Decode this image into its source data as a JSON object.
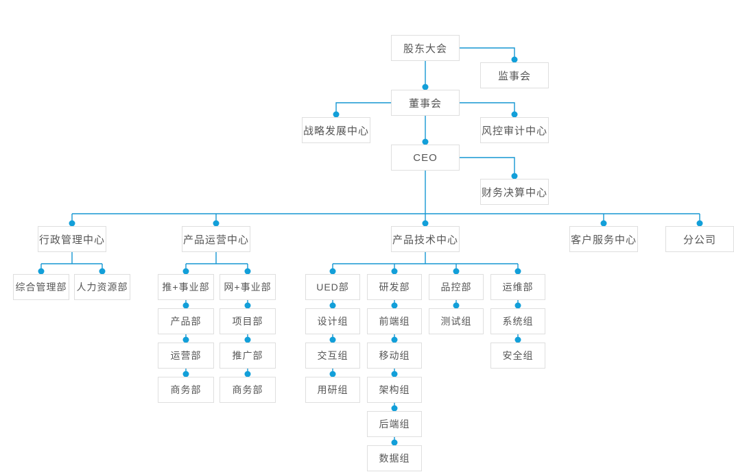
{
  "diagram": {
    "type": "org-chart",
    "colors": {
      "line": "#1496d2",
      "dot": "#129fd9",
      "box_border": "#dedede",
      "box_background": "#ffffff",
      "text": "#555555",
      "page_background": "#ffffff"
    },
    "nodes": {
      "shareholders": {
        "label": "股东大会"
      },
      "supervisory_board": {
        "label": "监事会"
      },
      "board_of_directors": {
        "label": "董事会"
      },
      "strategy_dev_center": {
        "label": "战略发展中心"
      },
      "risk_audit_center": {
        "label": "风控审计中心"
      },
      "ceo": {
        "label": "CEO"
      },
      "finance_settlement_center": {
        "label": "财务决算中心"
      },
      "admin_mgmt_center": {
        "label": "行政管理中心"
      },
      "general_mgmt_dept": {
        "label": "综合管理部"
      },
      "hr_dept": {
        "label": "人力资源部"
      },
      "product_ops_center": {
        "label": "产品运营中心"
      },
      "tui_plus_division": {
        "label": "推+事业部"
      },
      "product_dept": {
        "label": "产品部"
      },
      "operations_dept": {
        "label": "运营部"
      },
      "business_dept_left": {
        "label": "商务部"
      },
      "wang_plus_division": {
        "label": "网+事业部"
      },
      "project_dept": {
        "label": "项目部"
      },
      "promotion_dept": {
        "label": "推广部"
      },
      "business_dept_right": {
        "label": "商务部"
      },
      "product_tech_center": {
        "label": "产品技术中心"
      },
      "ued_dept": {
        "label": "UED部"
      },
      "design_group": {
        "label": "设计组"
      },
      "interaction_group": {
        "label": "交互组"
      },
      "user_research_group": {
        "label": "用研组"
      },
      "rd_dept": {
        "label": "研发部"
      },
      "frontend_group": {
        "label": "前端组"
      },
      "mobile_group": {
        "label": "移动组"
      },
      "architecture_group": {
        "label": "架构组"
      },
      "backend_group": {
        "label": "后端组"
      },
      "data_group": {
        "label": "数据组"
      },
      "quality_control_dept": {
        "label": "品控部"
      },
      "testing_group": {
        "label": "测试组"
      },
      "ops_maintenance_dept": {
        "label": "运维部"
      },
      "system_group": {
        "label": "系统组"
      },
      "security_group": {
        "label": "安全组"
      },
      "customer_service_center": {
        "label": "客户服务中心"
      },
      "branch_company": {
        "label": "分公司"
      }
    }
  }
}
